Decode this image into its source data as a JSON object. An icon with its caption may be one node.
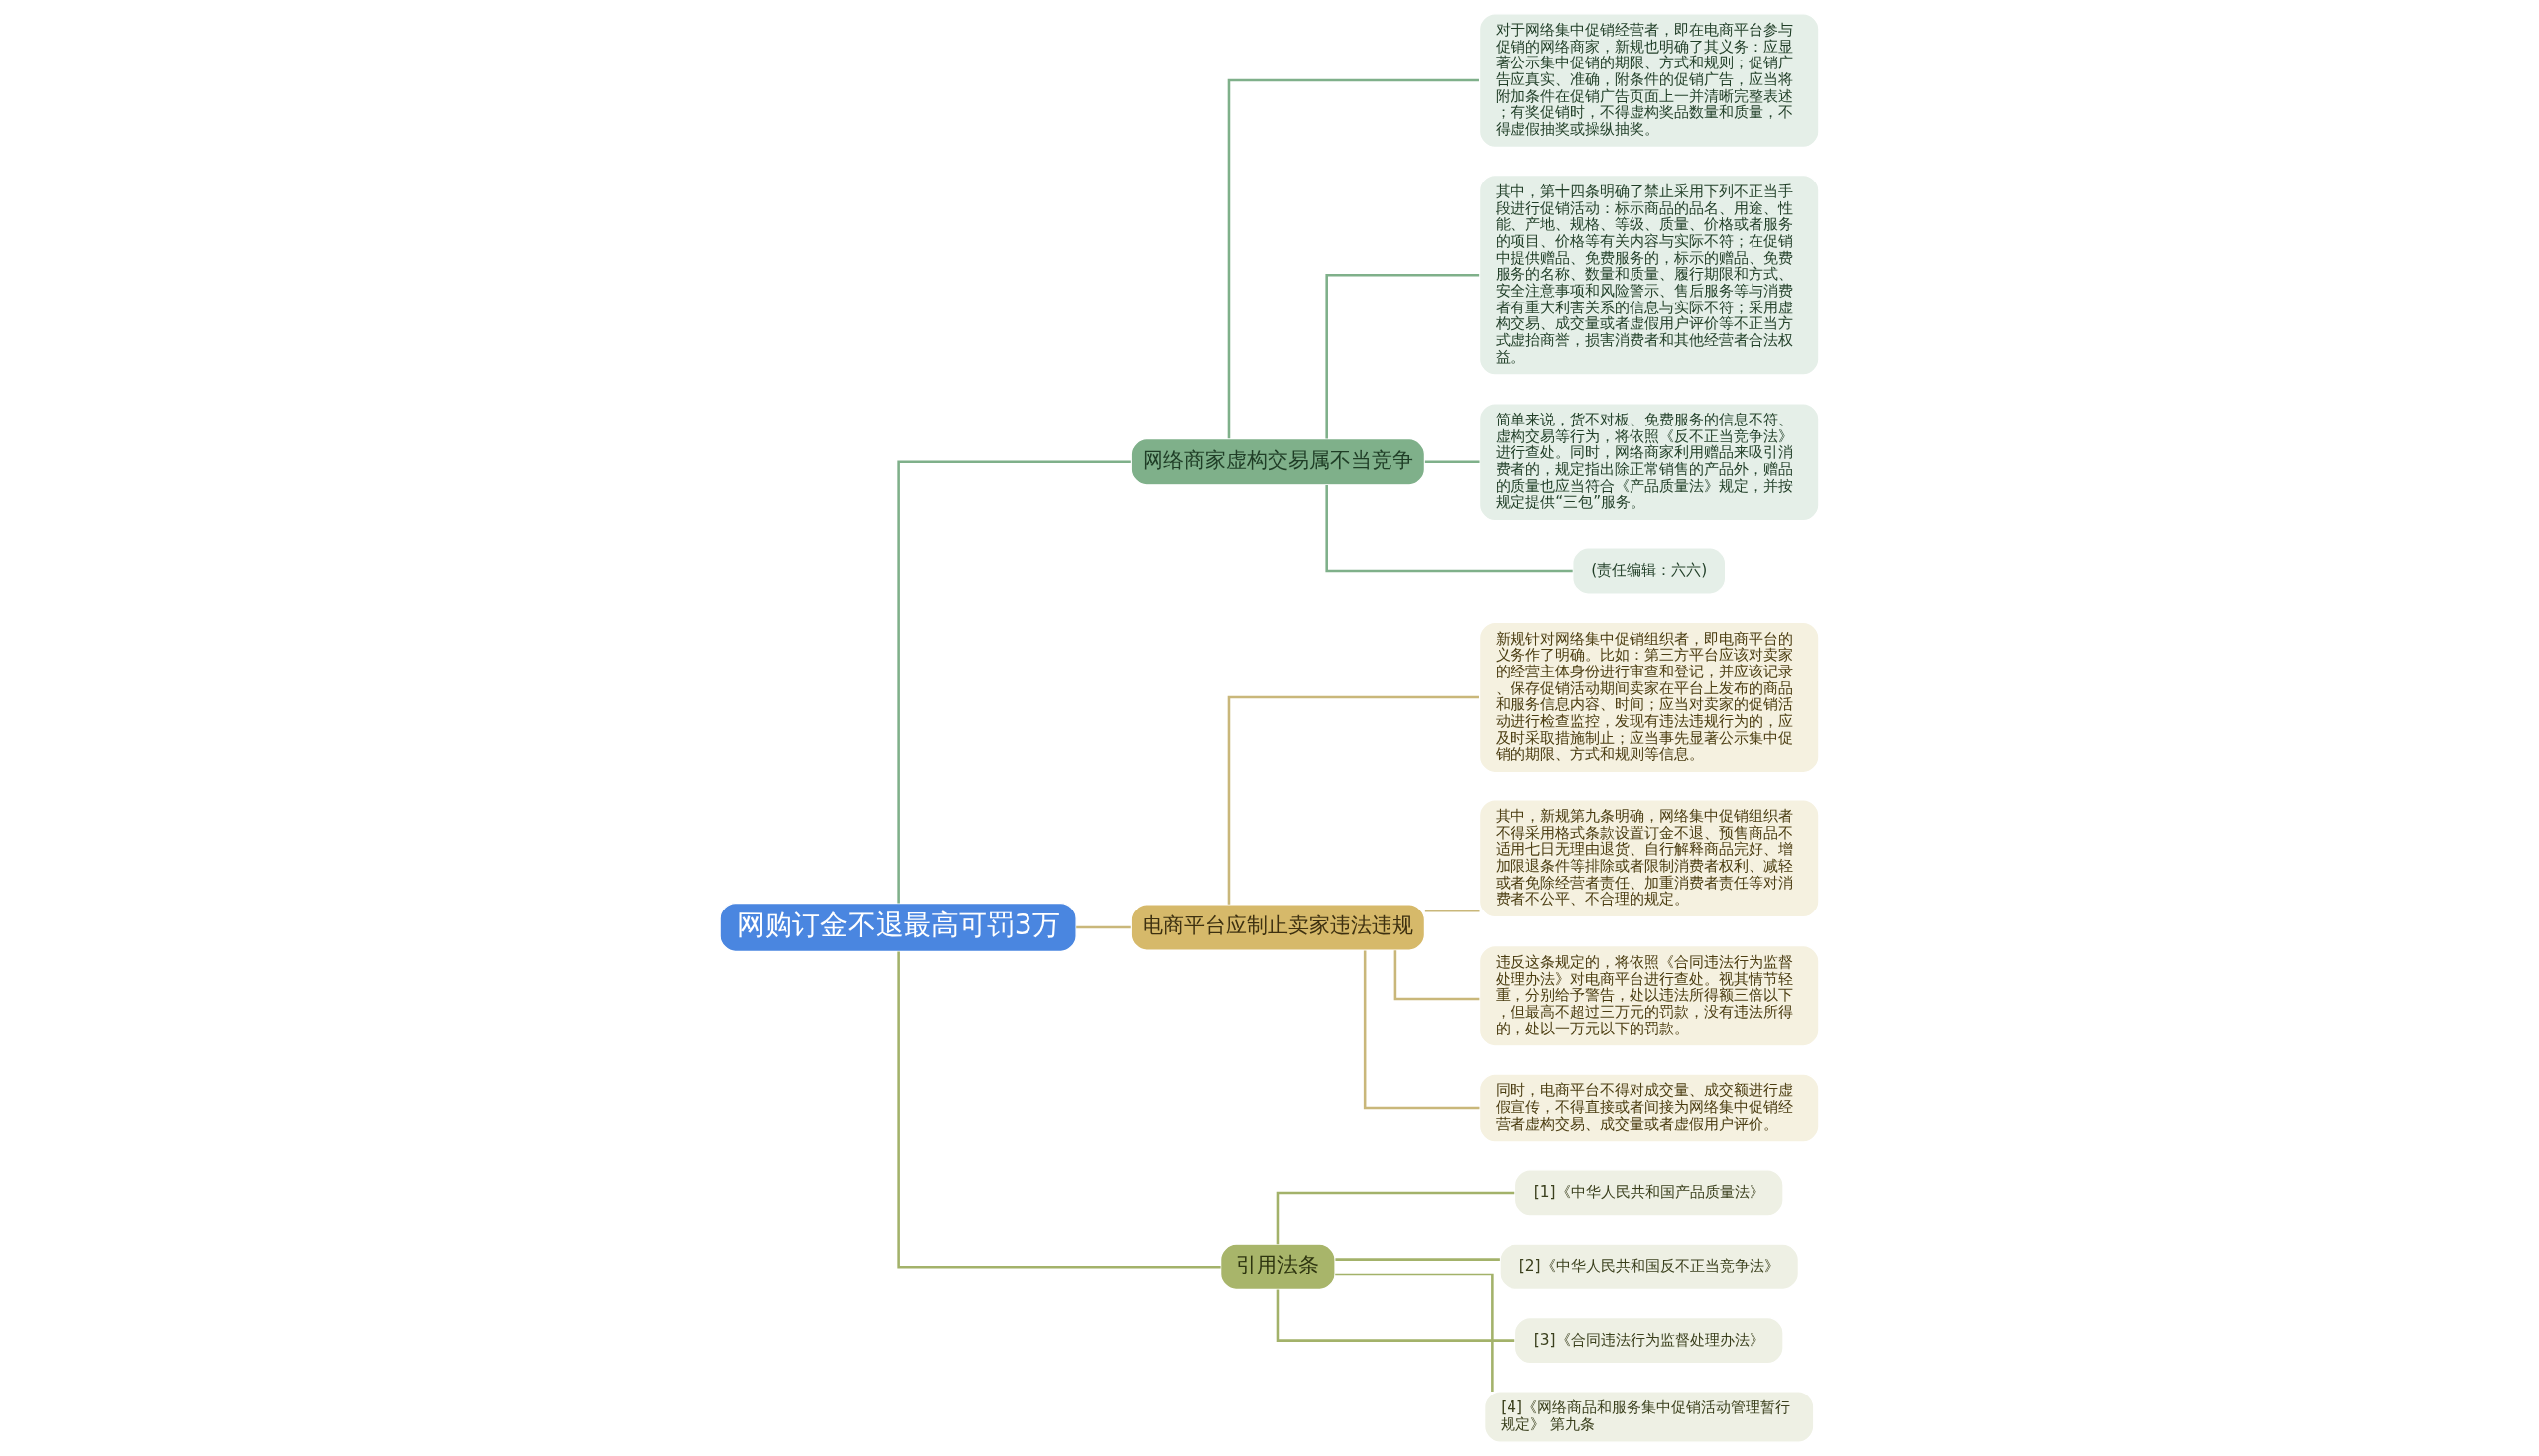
{
  "diagram": {
    "nodes": [
      {
        "text": [
          "网购订金不退最高可罚3万"
        ]
      },
      {
        "text": [
          "网络商家虚构交易属不当竞争"
        ]
      },
      {
        "text": [
          "对于网络集中促销经营者，即在电商平台参与促销的网络商家，新规也明确了其义务：应显著公示集中促销的期限、方式和规则；促销广告应真实、准确，附条件的促销广告，应当将附加条件在促销广告页面上一并清晰完整表述；有奖促销时，不得虚构奖品数量和质量，不得虚假抽奖或操纵抽奖。"
        ]
      },
      {
        "text": [
          "其中，第十四条明确了禁止采用下列不正当手段进行促销活动：标示商品的品名、用途、性能、产地、规格、等级、质量、价格或者服务的项目、价格等有关内容与实际不符；在促销中提供赠品、免费服务的，标示的赠品、免费服务的名称、数量和质量、履行期限和方式、安全注意事项和风险警示、售后服务等与消费者有重大利害关系的信息与实际不符；采用虚构交易、成交量或者虚假用户评价等不正当方式虚抬商誉，损害消费者和其他经营者合法权益。"
        ]
      },
      {
        "text": [
          "简单来说，货不对板、免费服务的信息不符、虚构交易等行为，将依照《反不正当竞争法》进行查处。同时，网络商家利用赠品来吸引消费者的，规定指出除正常销售的产品外，赠品的质量也应当符合《产品质量法》规定，并按规定提供“三包”服务。"
        ]
      },
      {
        "text": [
          "(责任编辑：六六)"
        ]
      },
      {
        "text": [
          "电商平台应制止卖家违法违规"
        ]
      },
      {
        "text": [
          "新规针对网络集中促销组织者，即电商平台的义务作了明确。比如：第三方平台应该对卖家的经营主体身份进行审查和登记，并应该记录、保存促销活动期间卖家在平台上发布的商品和服务信息内容、时间；应当对卖家的促销活动进行检查监控，发现有违法违规行为的，应及时采取措施制止；应当事先显著公示集中促销的期限、方式和规则等信息。"
        ]
      },
      {
        "text": [
          "其中，新规第九条明确，网络集中促销组织者不得采用格式条款设置订金不退、预售商品不适用七日无理由退货、自行解释商品完好、增加限退条件等排除或者限制消费者权利、减轻或者免除经营者责任、加重消费者责任等对消费者不公平、不合理的规定。"
        ]
      },
      {
        "text": [
          "违反这条规定的，将依照《合同违法行为监督处理办法》对电商平台进行查处。视其情节轻重，分别给予警告，处以违法所得额三倍以下，但最高不超过三万元的罚款，没有违法所得的，处以一万元以下的罚款。"
        ]
      },
      {
        "text": [
          "同时，电商平台不得对成交量、成交额进行虚假宣传，不得直接或者间接为网络集中促销经营者虚构交易、成交量或者虚假用户评价。"
        ]
      },
      {
        "text": [
          "引用法条"
        ]
      },
      {
        "text": [
          "[1]《中华人民共和国产品质量法》"
        ]
      },
      {
        "text": [
          "[2]《中华人民共和国反不正当竞争法》"
        ]
      },
      {
        "text": [
          "[3]《合同违法行为监督处理办法》"
        ]
      },
      {
        "text": [
          "[4]《网络商品和服务集中促销活动管理暂行规定》 第九条"
        ]
      }
    ],
    "edges": [
      {
        "from": 0,
        "to": 1,
        "arrow": "none",
        "color": "#7fb08a"
      },
      {
        "from": 1,
        "to": 2,
        "arrow": "none",
        "color": "#7fb08a"
      },
      {
        "from": 1,
        "to": 3,
        "arrow": "none",
        "color": "#7fb08a"
      },
      {
        "from": 1,
        "to": 4,
        "arrow": "none",
        "color": "#7fb08a"
      },
      {
        "from": 1,
        "to": 5,
        "arrow": "none",
        "color": "#7fb08a"
      },
      {
        "from": 0,
        "to": 6,
        "arrow": "none",
        "color": "#c9b77a"
      },
      {
        "from": 6,
        "to": 7,
        "arrow": "none",
        "color": "#c9b77a"
      },
      {
        "from": 6,
        "to": 8,
        "arrow": "none",
        "color": "#c9b77a"
      },
      {
        "from": 6,
        "to": 9,
        "arrow": "none",
        "color": "#c9b77a"
      },
      {
        "from": 6,
        "to": 10,
        "arrow": "none",
        "color": "#c9b77a"
      },
      {
        "from": 0,
        "to": 11,
        "arrow": "none",
        "color": "#a3b26a"
      },
      {
        "from": 11,
        "to": 12,
        "arrow": "none",
        "color": "#a3b26a"
      },
      {
        "from": 11,
        "to": 13,
        "arrow": "none",
        "color": "#a3b26a"
      },
      {
        "from": 11,
        "to": 14,
        "arrow": "none",
        "color": "#a3b26a"
      },
      {
        "from": 11,
        "to": 15,
        "arrow": "none",
        "color": "#a3b26a"
      }
    ]
  }
}
